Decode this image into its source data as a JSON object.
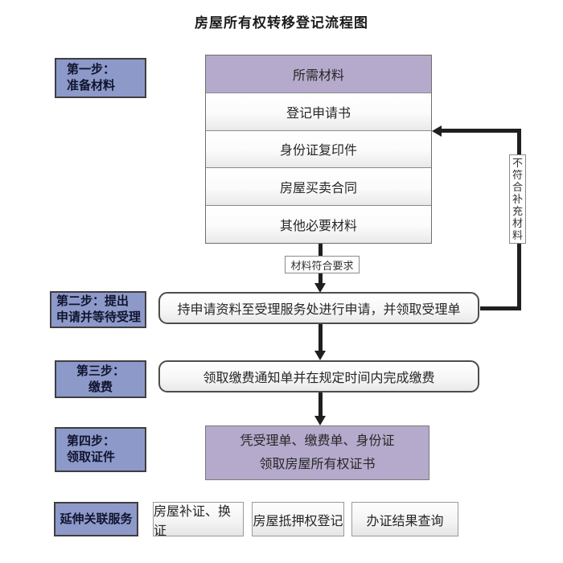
{
  "title": "房屋所有权转移登记流程图",
  "side_labels": [
    {
      "lines": [
        "第一步：",
        "准备材料"
      ]
    },
    {
      "lines": [
        "第二步：提出",
        "申请并等待受理"
      ]
    },
    {
      "lines": [
        "第三步：",
        "缴费"
      ]
    },
    {
      "lines": [
        "第四步：",
        "领取证件"
      ]
    },
    {
      "lines": [
        "延伸关联服务"
      ]
    }
  ],
  "materials": {
    "header": "所需材料",
    "items": [
      "登记申请书",
      "身份证复印件",
      "房屋买卖合同",
      "其他必要材料"
    ]
  },
  "flow": {
    "ok_label": "材料符合要求",
    "apply_box": "持申请资料至受理服务处进行申请，并领取受理单",
    "pay_box": "领取缴费通知单并在规定时间内完成缴费",
    "certificate_box": {
      "lines": [
        "凭受理单、缴费单、身份证",
        "领取房屋所有权证书"
      ]
    },
    "feedback_label": "不符合补充材料"
  },
  "services": [
    "房屋补证、换证",
    "房屋抵押权登记",
    "办证结果查询"
  ],
  "colors": {
    "step_box_fill": "#8d99c9",
    "purple_fill": "#b5aacb",
    "connector": "#1f1f1f",
    "row_border": "#8a8a8a"
  }
}
